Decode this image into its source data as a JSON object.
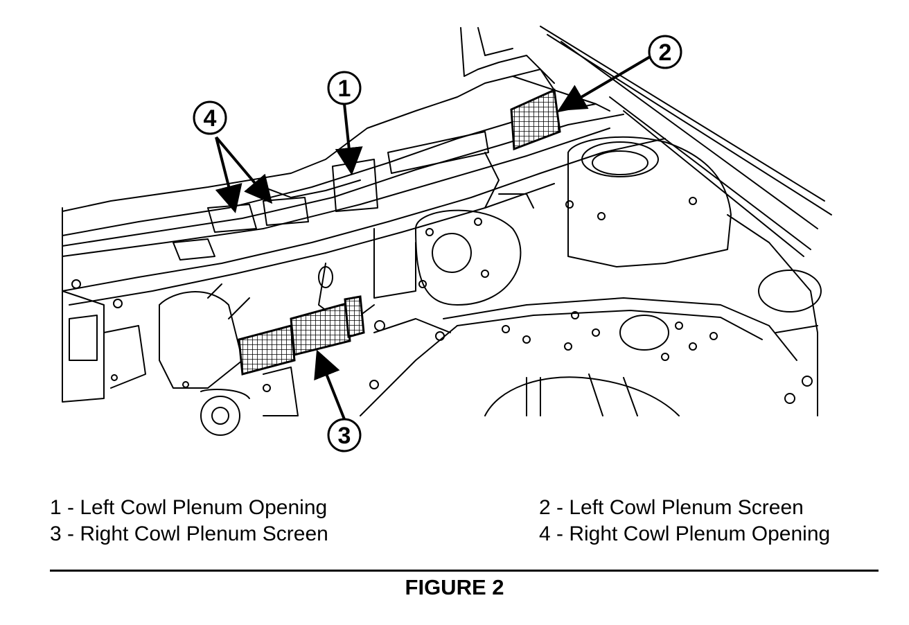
{
  "diagram": {
    "callouts": [
      {
        "id": "1",
        "label": "1"
      },
      {
        "id": "2",
        "label": "2"
      },
      {
        "id": "3",
        "label": "3"
      },
      {
        "id": "4",
        "label": "4"
      }
    ]
  },
  "legend": {
    "items": [
      "1 - Left Cowl Plenum Opening",
      "2 - Left Cowl Plenum Screen",
      "3 - Right Cowl Plenum Screen",
      "4 - Right Cowl Plenum Opening"
    ]
  },
  "caption": "FIGURE 2",
  "colors": {
    "line": "#000000",
    "background": "#ffffff"
  }
}
